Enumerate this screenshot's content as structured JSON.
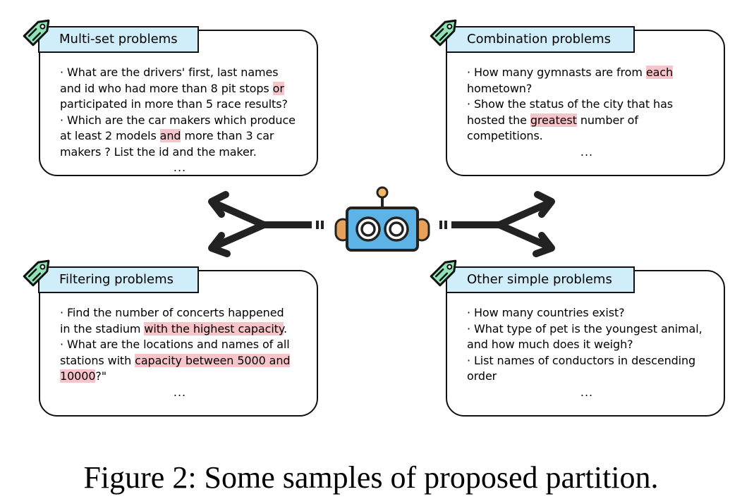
{
  "cards": {
    "multiset": {
      "title": "Multi-set problems",
      "lines": [
        [
          {
            "t": "· What are the drivers' first, last names"
          }
        ],
        [
          {
            "t": "and id who had more than 8 pit stops "
          },
          {
            "t": "or",
            "h": true
          }
        ],
        [
          {
            "t": "participated in more than 5 race results?"
          }
        ],
        [
          {
            "t": "· Which are the car makers which produce"
          }
        ],
        [
          {
            "t": "at least 2 models "
          },
          {
            "t": "and",
            "h": true
          },
          {
            "t": " more than 3 car"
          }
        ],
        [
          {
            "t": "makers ? List the id and the maker."
          }
        ]
      ],
      "ellipsis": "..."
    },
    "combination": {
      "title": "Combination problems",
      "lines": [
        [
          {
            "t": "· How many gymnasts are from "
          },
          {
            "t": "each",
            "h": true
          }
        ],
        [
          {
            "t": "hometown?"
          }
        ],
        [
          {
            "t": "· Show the status of the city that has"
          }
        ],
        [
          {
            "t": "hosted the "
          },
          {
            "t": "greatest",
            "h": true
          },
          {
            "t": " number of"
          }
        ],
        [
          {
            "t": "competitions."
          }
        ]
      ],
      "ellipsis": "..."
    },
    "filtering": {
      "title": "Filtering problems",
      "lines": [
        [
          {
            "t": "· Find the number of concerts happened"
          }
        ],
        [
          {
            "t": "in the stadium "
          },
          {
            "t": "with the highest capacity",
            "h": true
          },
          {
            "t": "."
          }
        ],
        [
          {
            "t": "· What are the locations and names of all"
          }
        ],
        [
          {
            "t": "stations with "
          },
          {
            "t": "capacity between 5000 and ",
            "h": true
          }
        ],
        [
          {
            "t": "10000",
            "h": true
          },
          {
            "t": "?\""
          }
        ]
      ],
      "ellipsis": "..."
    },
    "other": {
      "title": "Other simple problems",
      "lines": [
        [
          {
            "t": "· How many countries exist?"
          }
        ],
        [
          {
            "t": "· What type of pet is the youngest animal,"
          }
        ],
        [
          {
            "t": "and how much does it weigh?"
          }
        ],
        [
          {
            "t": "· List names of conductors in descending"
          }
        ],
        [
          {
            "t": "order"
          }
        ]
      ],
      "ellipsis": "..."
    }
  },
  "caption": "Figure 2: Some samples of proposed partition.",
  "colors": {
    "highlight": "#f7c4c9",
    "title_fill": "#cfeef9",
    "tag_fill": "#8fe3b5",
    "robot_face": "#5db3e6",
    "robot_ear": "#e8a15a"
  },
  "icons": [
    "tag-icon",
    "robot-icon",
    "fork-arrow-icon"
  ]
}
